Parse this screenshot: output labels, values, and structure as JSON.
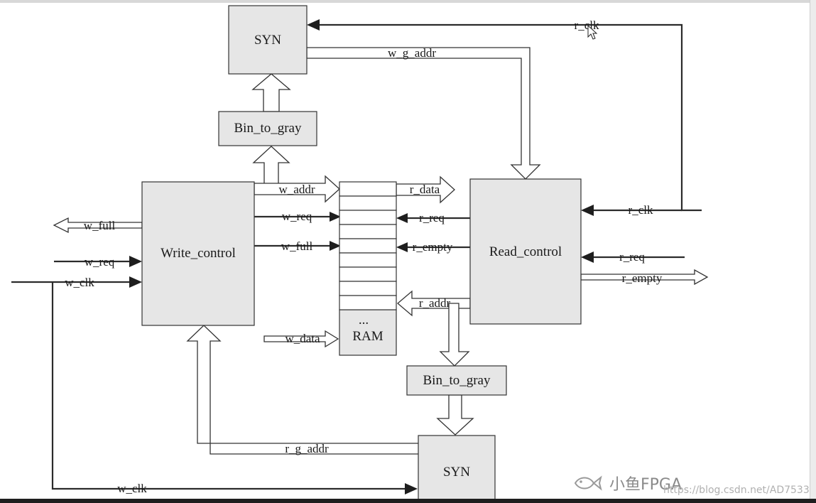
{
  "blocks": {
    "syn_top": "SYN",
    "bin_to_gray_top": "Bin_to_gray",
    "write_control": "Write_control",
    "ram_dots": "...",
    "ram": "RAM",
    "read_control": "Read_control",
    "bin_to_gray_bottom": "Bin_to_gray",
    "syn_bottom": "SYN"
  },
  "signals": {
    "r_clk_top": "r_clk",
    "w_g_addr": "w_g_addr",
    "w_addr": "w_addr",
    "w_req_mid": "w_req",
    "w_full_mid": "w_full",
    "r_data": "r_data",
    "r_req_mid": "r_req",
    "r_empty_mid": "r_empty",
    "r_addr": "r_addr",
    "w_full_out": "w_full",
    "w_req_in": "w_req",
    "w_clk_in": "w_clk",
    "w_data": "w_data",
    "r_clk_in": "r_clk",
    "r_req_in": "r_req",
    "r_empty_out": "r_empty",
    "r_g_addr": "r_g_addr",
    "w_clk_bottom": "w_clk"
  },
  "watermark": {
    "brand": "小鱼FPGA",
    "url": "https://blog.csdn.net/AD7533"
  }
}
